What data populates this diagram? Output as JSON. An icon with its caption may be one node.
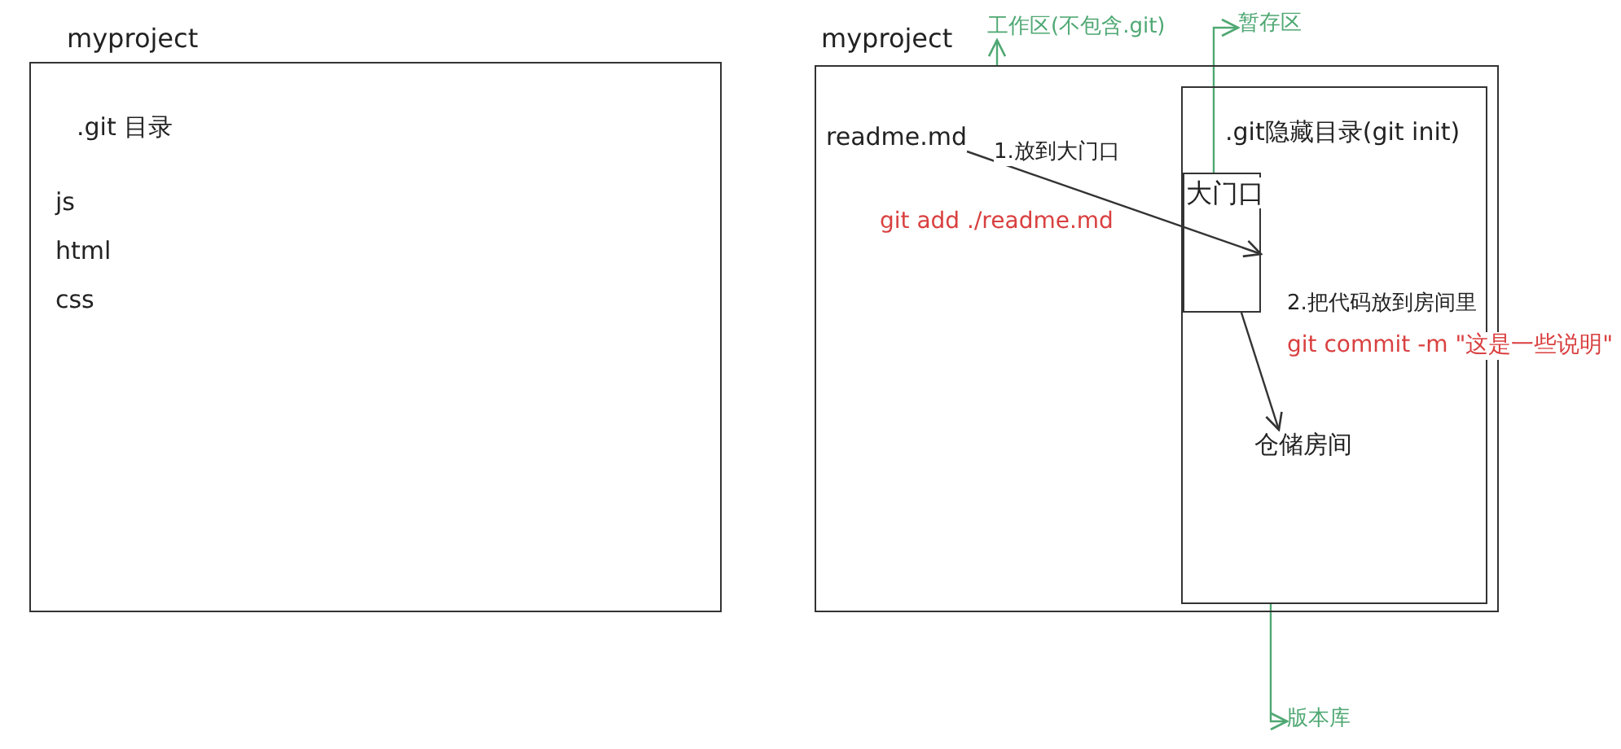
{
  "diagram": {
    "nodes": [
      {
        "text": [
          "myproject",
          ".git 目录",
          "js",
          "html",
          "css"
        ]
      },
      {
        "text": [
          "myproject"
        ]
      },
      {
        "text": [
          "readme.md"
        ],
        "in": 1
      },
      {
        "text": [
          ".git隐藏目录(git init)"
        ],
        "in": 1
      },
      {
        "text": [
          "大门口"
        ],
        "in": 3
      },
      {
        "text": [
          "仓储房间"
        ],
        "in": 3
      },
      {
        "text": [
          "工作区(不包含.git)"
        ]
      },
      {
        "text": [
          "暂存区"
        ]
      },
      {
        "text": [
          "版本库"
        ]
      }
    ],
    "edges": [
      {
        "from": 2,
        "to": 4,
        "arrow": "to",
        "label": "1.放到大门口",
        "color": "#333333"
      },
      {
        "from": 4,
        "to": 5,
        "arrow": "to",
        "label": "2.把代码放到房间里",
        "color": "#333333"
      },
      {
        "from": 1,
        "to": 6,
        "arrow": "to",
        "color": "#4fa873"
      },
      {
        "from": 4,
        "to": 7,
        "arrow": "to",
        "color": "#4fa873"
      },
      {
        "from": 3,
        "to": 8,
        "arrow": "to",
        "color": "#4fa873"
      }
    ],
    "labels": [
      "git add ./readme.md",
      "git commit -m \"这是一些说明\""
    ]
  }
}
